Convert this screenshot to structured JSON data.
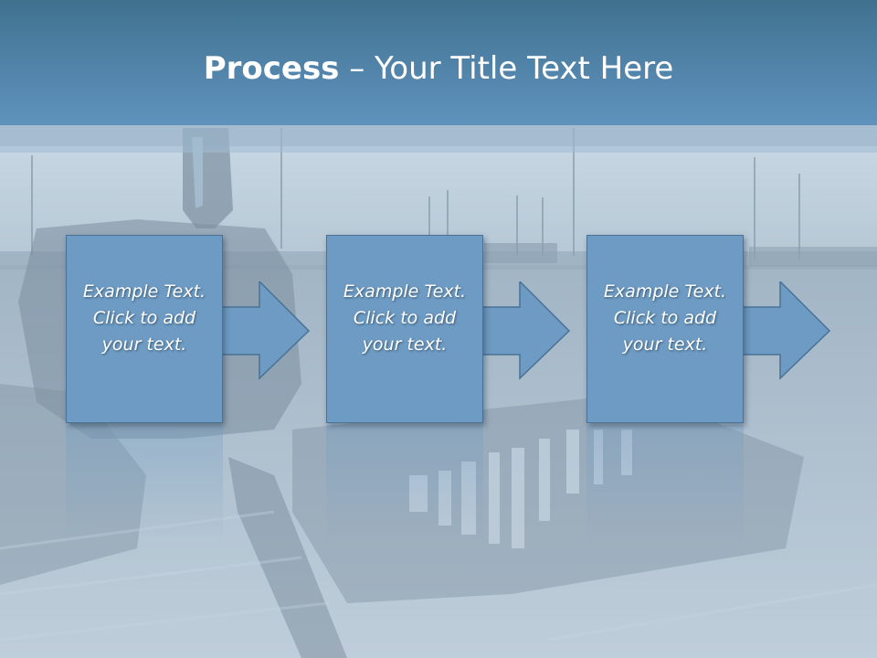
{
  "slide": {
    "title_bold": "Process",
    "title_rest": " – Your Title Text Here"
  },
  "steps": [
    {
      "text": "Example Text.\nClick  to add\nyour text."
    },
    {
      "text": "Example Text.\nClick  to add\nyour text."
    },
    {
      "text": "Example Text.\nClick  to add\nyour text."
    }
  ],
  "colors": {
    "title_band": "#5284aa",
    "box_fill": "#6e9bc3",
    "box_border": "#4a7296",
    "text": "#ffffff"
  }
}
